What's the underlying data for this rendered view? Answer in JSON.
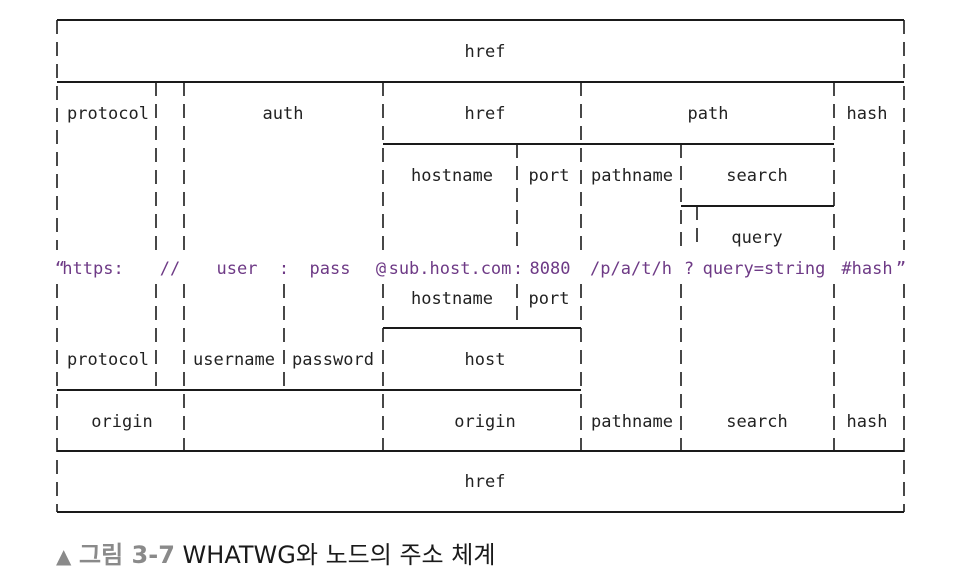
{
  "top": {
    "href": "href"
  },
  "row1": {
    "protocol": "protocol",
    "auth": "auth",
    "href": "href",
    "path": "path",
    "hash": "hash"
  },
  "row2": {
    "hostname": "hostname",
    "port": "port",
    "pathname": "pathname",
    "search": "search"
  },
  "row3": {
    "query": "query"
  },
  "url": {
    "open_quote": "“",
    "scheme": "https:",
    "slashes": "//",
    "user": "user",
    "colon": ":",
    "pass": "pass",
    "at": "@",
    "host": "sub.host.com",
    "port_colon": ":",
    "port": "8080",
    "path": "/p/a/t/h",
    "qmark": "?",
    "query": "query=string",
    "hash": "#hash",
    "close_quote": "”"
  },
  "row5": {
    "hostname": "hostname",
    "port": "port"
  },
  "row6": {
    "protocol": "protocol",
    "username": "username",
    "password": "password",
    "host": "host"
  },
  "row7": {
    "origin_left": "origin",
    "origin_right": "origin",
    "pathname": "pathname",
    "search": "search",
    "hash": "hash"
  },
  "bottom": {
    "href": "href"
  },
  "caption": {
    "marker": "▲",
    "figure": "그림 3-7",
    "title": "WHATWG와 노드의 주소 체계"
  },
  "colors": {
    "purple": "#6e3a86",
    "line": "#1a1a1a",
    "caption_gray": "#8a8a8a"
  }
}
